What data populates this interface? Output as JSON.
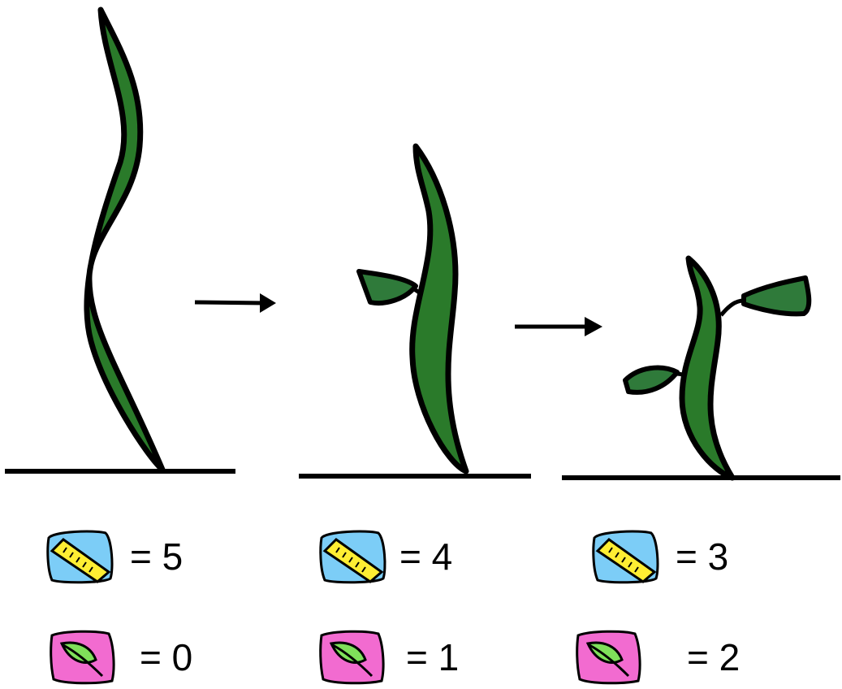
{
  "stages": [
    {
      "height_value": "= 5",
      "leaves_value": "= 0"
    },
    {
      "height_value": "= 4",
      "leaves_value": "= 1"
    },
    {
      "height_value": "= 3",
      "leaves_value": "= 2"
    }
  ],
  "icons": {
    "height": "ruler-icon",
    "leaves": "leaf-icon"
  },
  "colors": {
    "stem": "#2a7a2a",
    "leaf": "#2f7a3a",
    "outline": "#000000",
    "ruler_bg": "#7ccdf7",
    "ruler": "#ffee33",
    "leaf_bg": "#f26bd0",
    "leaf_icon": "#7fe05a"
  }
}
